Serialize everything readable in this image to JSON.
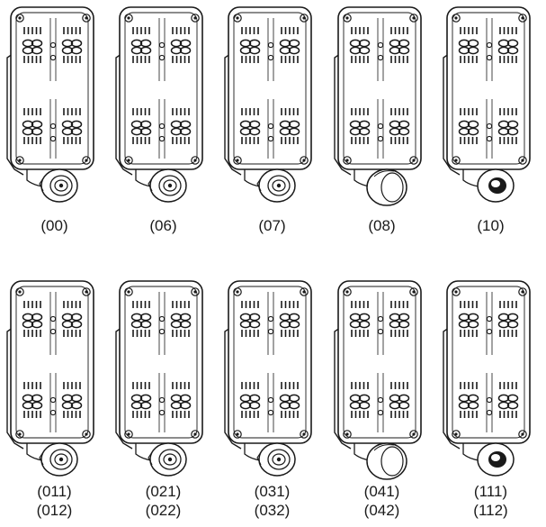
{
  "colors": {
    "line": "#1a1a1a",
    "fill": "#ffffff"
  },
  "rows": [
    {
      "variants": [
        {
          "labels": [
            "(00)"
          ],
          "knob": "socket"
        },
        {
          "labels": [
            "(06)"
          ],
          "knob": "socket"
        },
        {
          "labels": [
            "(07)"
          ],
          "knob": "socket"
        },
        {
          "labels": [
            "(08)"
          ],
          "knob": "cap"
        },
        {
          "labels": [
            "(10)"
          ],
          "knob": "button"
        }
      ]
    },
    {
      "variants": [
        {
          "labels": [
            "(011)",
            "(012)"
          ],
          "knob": "socket"
        },
        {
          "labels": [
            "(021)",
            "(022)"
          ],
          "knob": "socket"
        },
        {
          "labels": [
            "(031)",
            "(032)"
          ],
          "knob": "socket"
        },
        {
          "labels": [
            "(041)",
            "(042)"
          ],
          "knob": "cap"
        },
        {
          "labels": [
            "(111)",
            "(112)"
          ],
          "knob": "button"
        }
      ]
    }
  ]
}
